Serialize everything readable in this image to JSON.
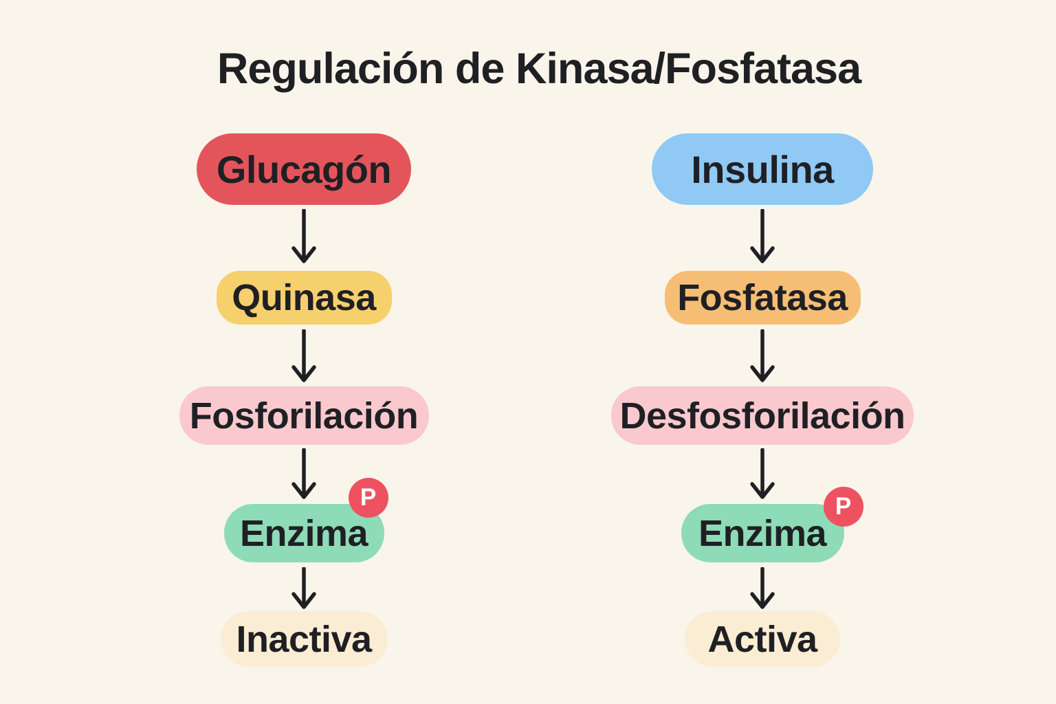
{
  "title": "Regulación de Kinasa/Fosfatasa",
  "pathways": [
    {
      "name": "glucagon-pathway",
      "steps": [
        {
          "label": "Glucagón",
          "color": "#E4555B"
        },
        {
          "label": "Quinasa",
          "color": "#F6D06C"
        },
        {
          "label": "Fosforilación",
          "color": "#F9C9CE"
        },
        {
          "label": "Enzima",
          "color": "#8EDBB7",
          "badge": "P"
        },
        {
          "label": "Inactiva",
          "color": "#FBEDD3"
        }
      ]
    },
    {
      "name": "insulin-pathway",
      "steps": [
        {
          "label": "Insulina",
          "color": "#8FC9F4"
        },
        {
          "label": "Fosfatasa",
          "color": "#F6BE74"
        },
        {
          "label": "Desfosforilación",
          "color": "#F9C9CE"
        },
        {
          "label": "Enzima",
          "color": "#8EDBB7",
          "badge": "P"
        },
        {
          "label": "Activa",
          "color": "#FBEDD3"
        }
      ]
    }
  ],
  "badge_style": {
    "background": "#EE5261",
    "text": "#FFFFFF"
  },
  "colors": {
    "background": "#FAF5EB",
    "text": "#1F2024",
    "arrow": "#1F2024"
  }
}
